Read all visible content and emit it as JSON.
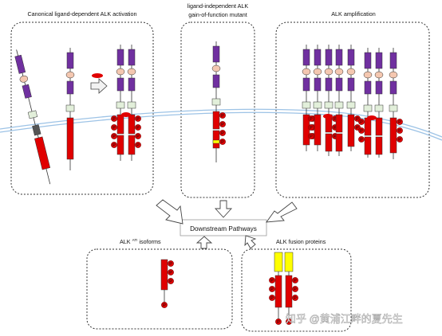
{
  "panels": {
    "canonical_title": "Canonical ligand-dependent ALK activation",
    "mutant_title_line1": "ligand-independent ALK",
    "mutant_title_line2": "gain-of-function mutant",
    "amplification_title": "ALK amplification"
  },
  "center_label": "Downstream Pathways",
  "isoform_label": {
    "prefix": "ALK ",
    "superscript": "ATI",
    "suffix": " isoforms"
  },
  "fusion_label": "ALK fusion proteins",
  "phospho_symbol": "P",
  "watermark": "知乎 @黄浦江畔的夏先生",
  "colors": {
    "extracellular_domain": "#7030a0",
    "mam_domain": "#f4c7b0",
    "transmembrane_box": "#e2efda",
    "kinase_domain": "#e00000",
    "fusion_partner": "#ffff00",
    "membrane": "#9dc3e6",
    "ligand": "#e00000",
    "mutation_marker": "#ffff00"
  }
}
